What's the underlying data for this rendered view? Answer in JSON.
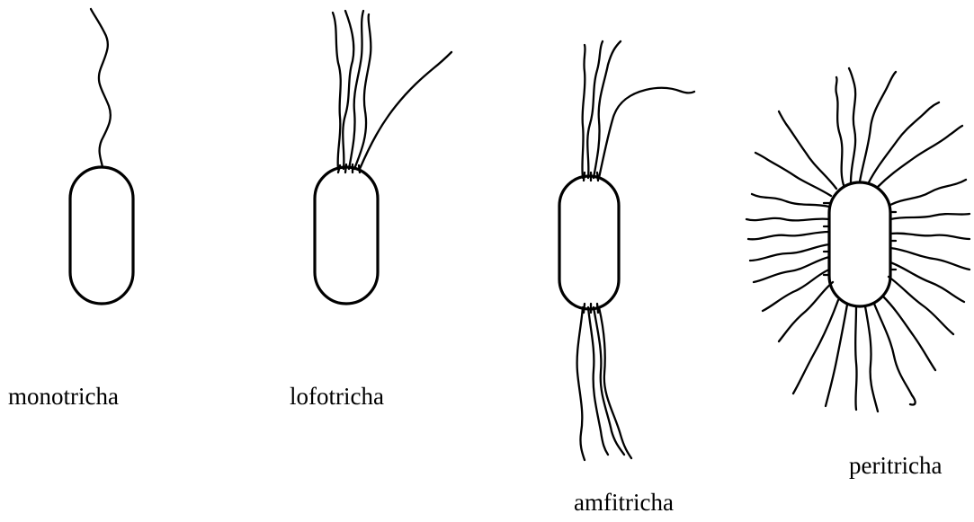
{
  "diagram": {
    "types": [
      {
        "id": "monotricha",
        "label": "monotricha"
      },
      {
        "id": "lofotricha",
        "label": "lofotricha"
      },
      {
        "id": "amfitricha",
        "label": "amfitricha"
      },
      {
        "id": "peritricha",
        "label": "peritricha"
      }
    ],
    "stroke_color": "#000000",
    "background": "#ffffff"
  }
}
